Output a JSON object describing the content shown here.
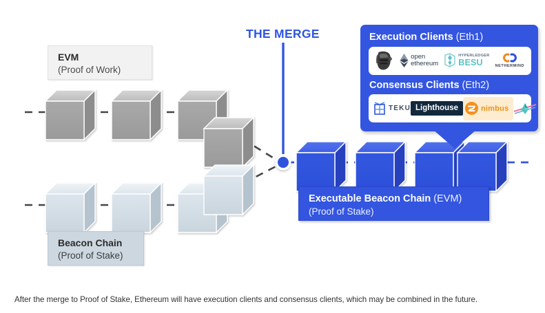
{
  "diagram": {
    "merge_title": "THE MERGE",
    "caption": "After the merge to Proof of Stake, Ethereum will have execution clients and consensus clients, which may be combined in the future.",
    "colors": {
      "accent_blue": "#3355e0",
      "title_blue": "#2f56e0",
      "pow_cube_face": "#9e9e9e",
      "pow_cube_top": "#c6c6c6",
      "pow_cube_side": "#8a8a8a",
      "beacon_cube_face": "#cfdae2",
      "beacon_cube_top": "#e3eaef",
      "beacon_cube_side": "#b2c0cb",
      "merged_cube_face": "#2f53dd",
      "merged_cube_top": "#4a6ae8",
      "merged_cube_side": "#2442bd",
      "dash_gray": "#4a4a4a",
      "dash_blue": "#3355e0",
      "evm_label_bg": "#f2f2f2",
      "beacon_label_bg": "#ccd7e0",
      "caption_color": "#333333"
    },
    "labels": {
      "evm": {
        "title": "EVM",
        "subtitle": "(Proof of Work)"
      },
      "beacon_chain": {
        "title": "Beacon Chain",
        "subtitle": "(Proof of Stake)"
      },
      "executable_beacon_chain": {
        "title": "Executable Beacon Chain",
        "title_suffix": " (EVM)",
        "subtitle": "(Proof of Stake)"
      }
    },
    "chains": {
      "proof_of_work": {
        "name": "Proof of Work chain",
        "block_count": 4
      },
      "beacon": {
        "name": "Beacon chain",
        "block_count": 4
      },
      "merged": {
        "name": "Merged executable beacon chain",
        "block_count": 4
      }
    },
    "merge_point": {
      "name": "merge-node",
      "shape": "circle"
    }
  },
  "callout": {
    "sections": [
      {
        "heading": "Execution Clients",
        "heading_suffix": " (Eth1)",
        "clients": [
          {
            "name": "Geth",
            "icon": "geth-helmet-icon",
            "label": ""
          },
          {
            "name": "OpenEthereum",
            "icon": "open-ethereum-icon",
            "label_line1": "open",
            "label_line2": "ethereum"
          },
          {
            "name": "Hyperledger Besu",
            "icon": "besu-icon",
            "label_line1": "HYPERLEDGER",
            "label_line2": "BESU"
          },
          {
            "name": "Nethermind",
            "icon": "nethermind-icon",
            "label": "NETHERMIND"
          }
        ]
      },
      {
        "heading": "Consensus Clients",
        "heading_suffix": " (Eth2)",
        "clients": [
          {
            "name": "Teku",
            "icon": "teku-icon",
            "label": "TEKU"
          },
          {
            "name": "Lighthouse",
            "icon": "lighthouse-icon",
            "label": "Lighthouse"
          },
          {
            "name": "Nimbus",
            "icon": "nimbus-icon",
            "label": "nimbus"
          },
          {
            "name": "Lodestar",
            "icon": "lodestar-icon",
            "label": ""
          }
        ]
      }
    ]
  }
}
